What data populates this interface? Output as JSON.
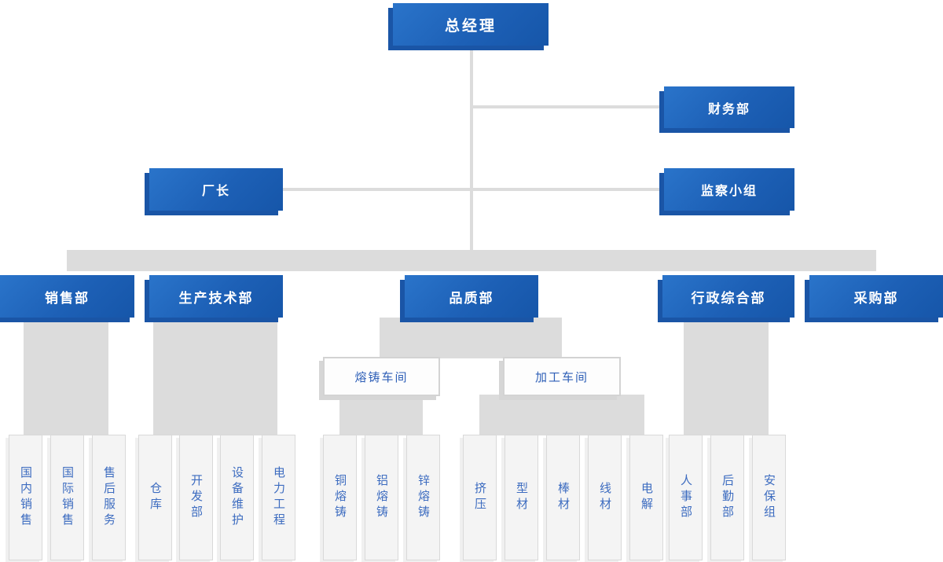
{
  "org": {
    "root": "总经理",
    "level2": [
      "财务部",
      "厂长",
      "监察小组"
    ],
    "departments": [
      "销售部",
      "生产技术部",
      "品质部",
      "行政综合部",
      "采购部"
    ],
    "workshops": [
      "熔铸车间",
      "加工车间"
    ],
    "sales_subs": [
      "国内销售",
      "国际销售",
      "售后服务"
    ],
    "production_subs": [
      "仓库",
      "开发部",
      "设备维护",
      "电力工程"
    ],
    "melting_subs": [
      "铜熔铸",
      "铝熔铸",
      "锌熔铸"
    ],
    "processing_subs": [
      "挤压",
      "型材",
      "棒材",
      "线材",
      "电解"
    ],
    "admin_subs": [
      "人事部",
      "后勤部",
      "安保组"
    ]
  },
  "colors": {
    "node_blue_top": "#2a74ca",
    "node_blue_bottom": "#1656a9",
    "node_blue_shadow": "#1a55a6",
    "connector_gray": "#dcdcdc",
    "white_node_text": "#2e5fb7",
    "vertical_node_text": "#3d6cc0",
    "vertical_node_bg": "#f4f4f4"
  }
}
